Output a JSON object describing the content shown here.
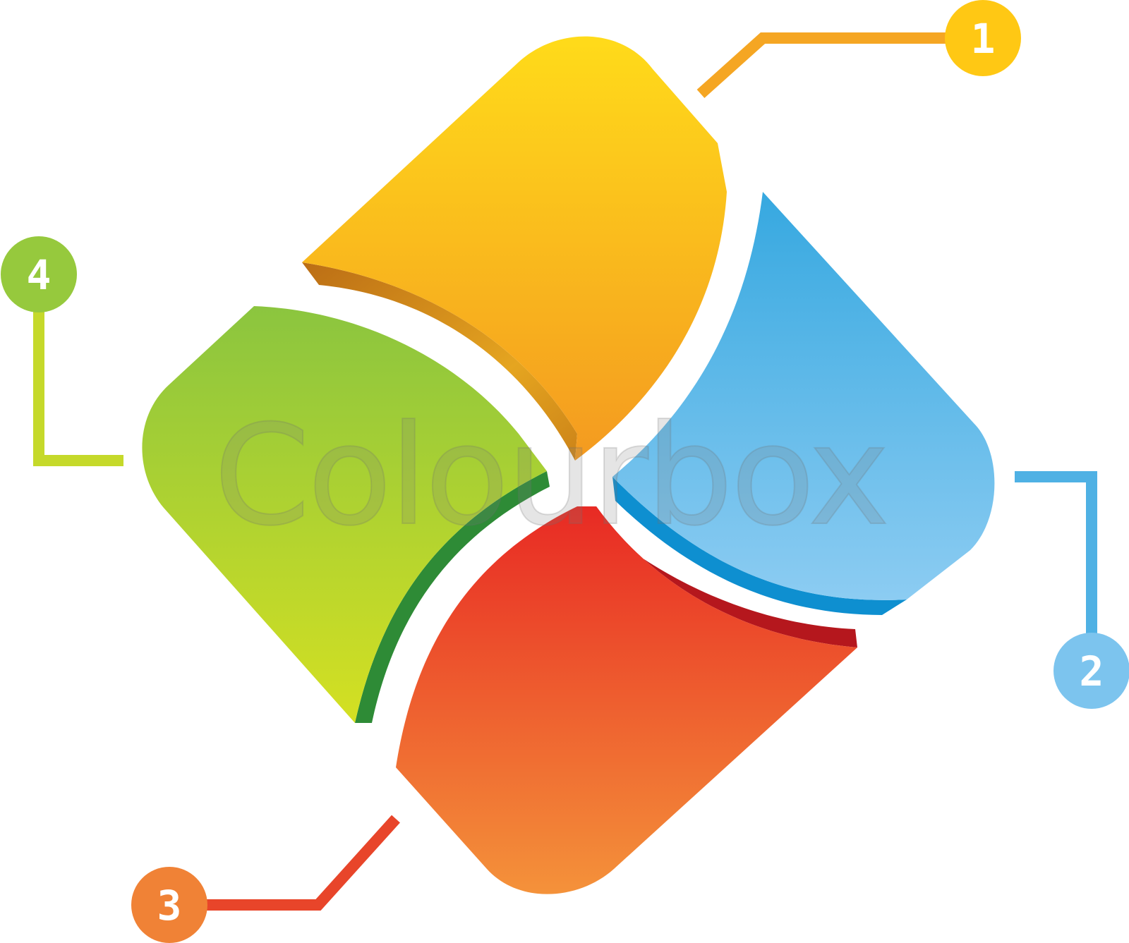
{
  "diagram": {
    "steps": [
      {
        "number": "1",
        "color_top": "#FFDB1A",
        "color_bottom": "#F49A20",
        "line_color": "#F5A623",
        "badge_color": "#FFC814"
      },
      {
        "number": "2",
        "color_top": "#36A8E0",
        "color_bottom": "#8CCCF2",
        "line_color": "#4FB1E4",
        "badge_color": "#7CC4EE"
      },
      {
        "number": "3",
        "color_top": "#E82A24",
        "color_bottom": "#F4923A",
        "line_color": "#E8452A",
        "badge_color": "#F08236"
      },
      {
        "number": "4",
        "color_top": "#8BC53F",
        "color_bottom": "#D4E022",
        "line_color": "#C5D92A",
        "badge_color": "#96C93D"
      }
    ]
  },
  "watermark": {
    "text": "Colourbox"
  }
}
